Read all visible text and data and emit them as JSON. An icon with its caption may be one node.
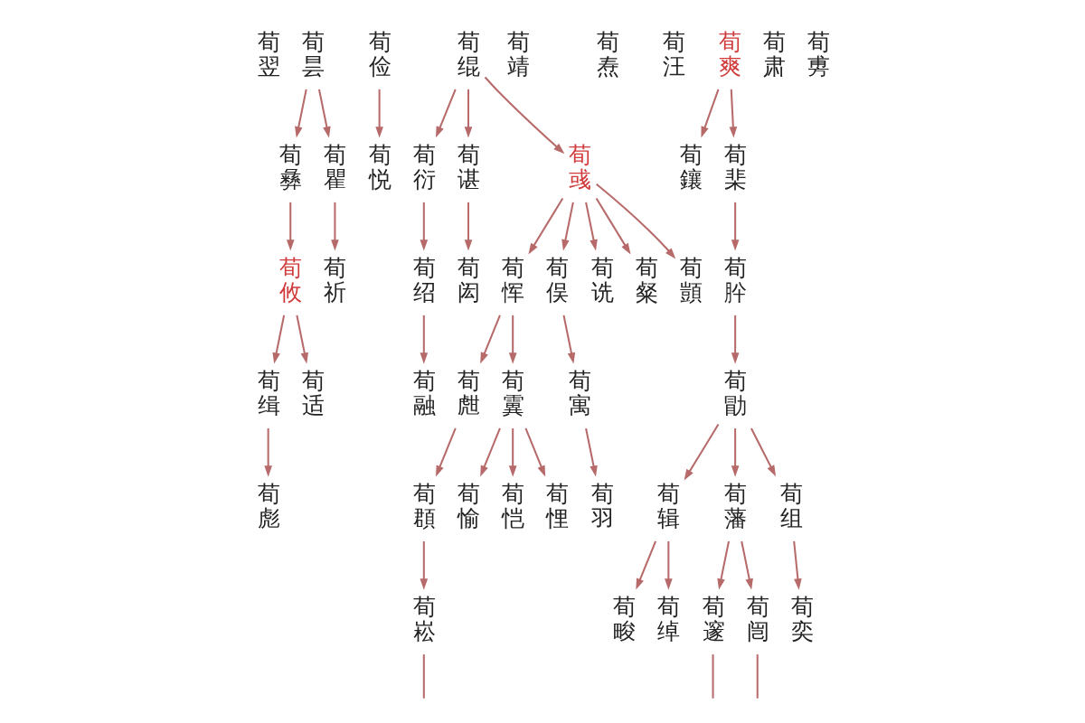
{
  "diagram": {
    "nodes": [
      {
        "text": [
          "荀翌"
        ]
      },
      {
        "text": [
          "荀昙"
        ]
      },
      {
        "text": [
          "荀俭"
        ]
      },
      {
        "text": [
          "荀绲"
        ]
      },
      {
        "text": [
          "荀靖"
        ]
      },
      {
        "text": [
          "荀焘"
        ]
      },
      {
        "text": [
          "荀汪"
        ]
      },
      {
        "text": [
          "荀爽"
        ]
      },
      {
        "text": [
          "荀肃"
        ]
      },
      {
        "text": [
          "荀旉"
        ]
      },
      {
        "text": [
          "荀彝"
        ]
      },
      {
        "text": [
          "荀瞿"
        ]
      },
      {
        "text": [
          "荀悦"
        ]
      },
      {
        "text": [
          "荀衍"
        ]
      },
      {
        "text": [
          "荀谌"
        ]
      },
      {
        "text": [
          "荀彧"
        ]
      },
      {
        "text": [
          "荀鑲"
        ]
      },
      {
        "text": [
          "荀棐"
        ]
      },
      {
        "text": [
          "荀攸"
        ]
      },
      {
        "text": [
          "荀祈"
        ]
      },
      {
        "text": [
          "荀绍"
        ]
      },
      {
        "text": [
          "荀闳"
        ]
      },
      {
        "text": [
          "荀恽"
        ]
      },
      {
        "text": [
          "荀俣"
        ]
      },
      {
        "text": [
          "荀诜"
        ]
      },
      {
        "text": [
          "荀粲"
        ]
      },
      {
        "text": [
          "荀顗"
        ]
      },
      {
        "text": [
          "荀肸"
        ]
      },
      {
        "text": [
          "荀缉"
        ]
      },
      {
        "text": [
          "荀适"
        ]
      },
      {
        "text": [
          "荀融"
        ]
      },
      {
        "text": [
          "荀甝"
        ]
      },
      {
        "text": [
          "荀霬"
        ]
      },
      {
        "text": [
          "荀寓"
        ]
      },
      {
        "text": [
          "荀勖"
        ]
      },
      {
        "text": [
          "荀彪"
        ]
      },
      {
        "text": [
          "荀頵"
        ]
      },
      {
        "text": [
          "荀愉"
        ]
      },
      {
        "text": [
          "荀恺"
        ]
      },
      {
        "text": [
          "荀悝"
        ]
      },
      {
        "text": [
          "荀羽"
        ]
      },
      {
        "text": [
          "荀辑"
        ]
      },
      {
        "text": [
          "荀藩"
        ]
      },
      {
        "text": [
          "荀组"
        ]
      },
      {
        "text": [
          "荀崧"
        ]
      },
      {
        "text": [
          "荀畯"
        ]
      },
      {
        "text": [
          "荀绰"
        ]
      },
      {
        "text": [
          "荀邃"
        ]
      },
      {
        "text": [
          "荀闿"
        ]
      },
      {
        "text": [
          "荀奕"
        ]
      }
    ],
    "edges": [
      {
        "from": 1,
        "to": 10,
        "arrow": "to"
      },
      {
        "from": 1,
        "to": 11,
        "arrow": "to"
      },
      {
        "from": 2,
        "to": 12,
        "arrow": "to"
      },
      {
        "from": 3,
        "to": 13,
        "arrow": "to"
      },
      {
        "from": 3,
        "to": 14,
        "arrow": "to"
      },
      {
        "from": 3,
        "to": 15,
        "arrow": "to"
      },
      {
        "from": 7,
        "to": 16,
        "arrow": "to"
      },
      {
        "from": 7,
        "to": 17,
        "arrow": "to"
      },
      {
        "from": 10,
        "to": 18,
        "arrow": "to"
      },
      {
        "from": 11,
        "to": 19,
        "arrow": "to"
      },
      {
        "from": 13,
        "to": 20,
        "arrow": "to"
      },
      {
        "from": 14,
        "to": 21,
        "arrow": "to"
      },
      {
        "from": 15,
        "to": 22,
        "arrow": "to"
      },
      {
        "from": 15,
        "to": 23,
        "arrow": "to"
      },
      {
        "from": 15,
        "to": 24,
        "arrow": "to"
      },
      {
        "from": 15,
        "to": 25,
        "arrow": "to"
      },
      {
        "from": 15,
        "to": 26,
        "arrow": "to"
      },
      {
        "from": 17,
        "to": 27,
        "arrow": "to"
      },
      {
        "from": 18,
        "to": 28,
        "arrow": "to"
      },
      {
        "from": 18,
        "to": 29,
        "arrow": "to"
      },
      {
        "from": 20,
        "to": 30,
        "arrow": "to"
      },
      {
        "from": 22,
        "to": 31,
        "arrow": "to"
      },
      {
        "from": 22,
        "to": 32,
        "arrow": "to"
      },
      {
        "from": 23,
        "to": 33,
        "arrow": "to"
      },
      {
        "from": 27,
        "to": 34,
        "arrow": "to"
      },
      {
        "from": 28,
        "to": 35,
        "arrow": "to"
      },
      {
        "from": 31,
        "to": 36,
        "arrow": "to"
      },
      {
        "from": 32,
        "to": 37,
        "arrow": "to"
      },
      {
        "from": 32,
        "to": 38,
        "arrow": "to"
      },
      {
        "from": 32,
        "to": 39,
        "arrow": "to"
      },
      {
        "from": 33,
        "to": 40,
        "arrow": "to"
      },
      {
        "from": 34,
        "to": 41,
        "arrow": "to"
      },
      {
        "from": 34,
        "to": 42,
        "arrow": "to"
      },
      {
        "from": 34,
        "to": 43,
        "arrow": "to"
      },
      {
        "from": 36,
        "to": 44,
        "arrow": "to"
      },
      {
        "from": 41,
        "to": 45,
        "arrow": "to"
      },
      {
        "from": 41,
        "to": 46,
        "arrow": "to"
      },
      {
        "from": 42,
        "to": 47,
        "arrow": "to"
      },
      {
        "from": 42,
        "to": 48,
        "arrow": "to"
      },
      {
        "from": 43,
        "to": 49,
        "arrow": "to"
      },
      {
        "from": 44,
        "to": null,
        "arrow": "none"
      },
      {
        "from": 47,
        "to": null,
        "arrow": "none"
      },
      {
        "from": 48,
        "to": null,
        "arrow": "none"
      }
    ]
  }
}
